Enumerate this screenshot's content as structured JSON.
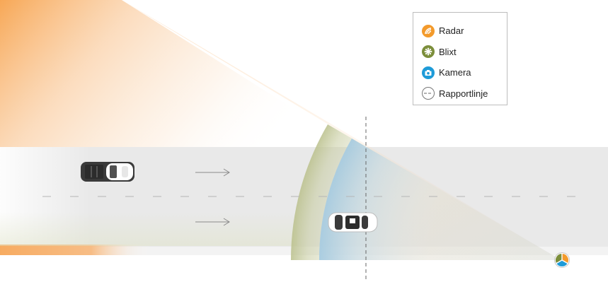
{
  "legend": {
    "items": [
      {
        "label": "Radar",
        "icon": "radar-icon",
        "color": "#f39a2b"
      },
      {
        "label": "Blixt",
        "icon": "flash-icon",
        "color": "#7c8e3b"
      },
      {
        "label": "Kamera",
        "icon": "camera-icon",
        "color": "#1e9bd8"
      },
      {
        "label": "Rapportlinje",
        "icon": "report-line-icon",
        "color": "#777777"
      }
    ]
  },
  "colors": {
    "road": "#e9e9e9",
    "radar": "#f6a453",
    "flash": "#b7bf8c",
    "camera": "#8fc8ec",
    "lane_marking": "#b5b5b5",
    "report_line": "#666666",
    "car_dark": "#3a3a3a",
    "car_white": "#ffffff",
    "brand_logo": [
      "#f39a2b",
      "#7c8e3b",
      "#1e9bd8"
    ]
  }
}
